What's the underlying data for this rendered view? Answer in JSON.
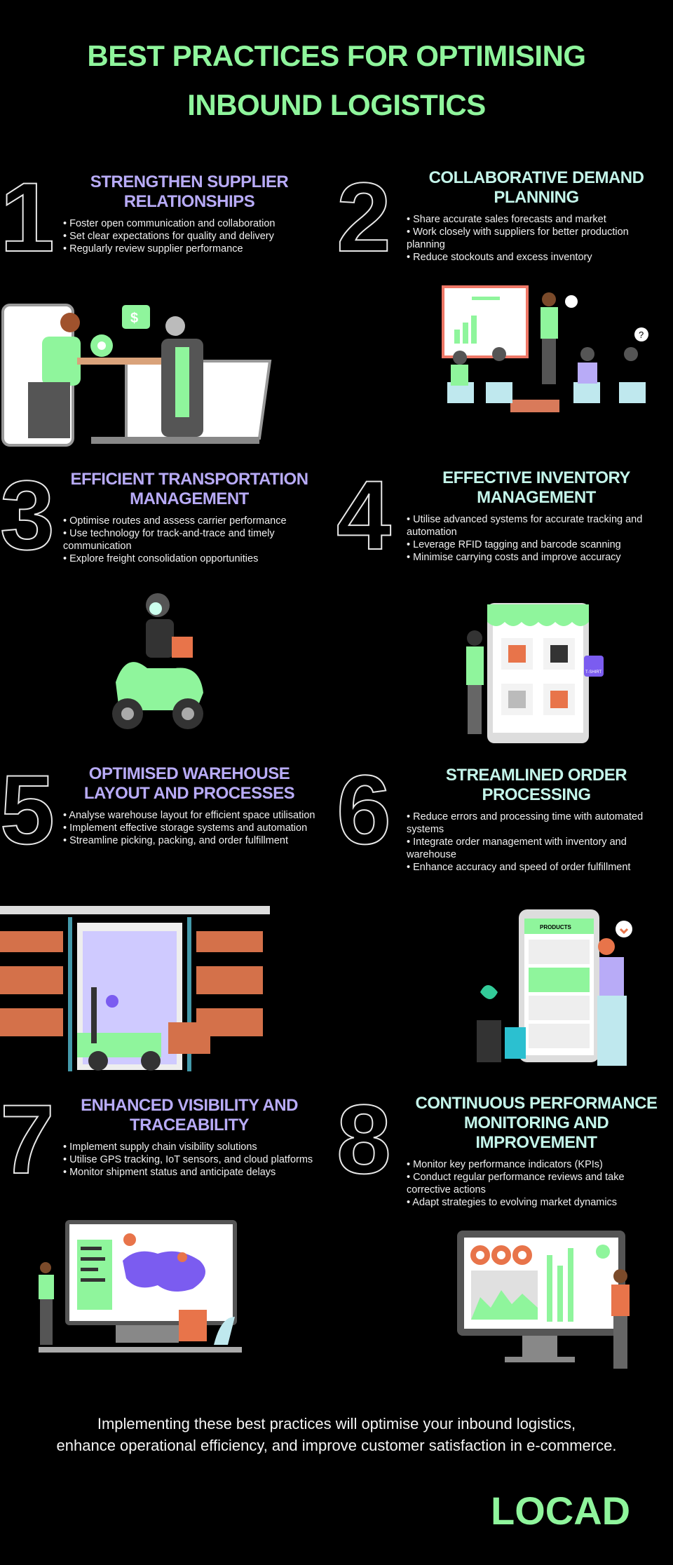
{
  "title_lines": [
    "BEST PRACTICES FOR OPTIMISING",
    "INBOUND LOGISTICS"
  ],
  "colors": {
    "title": "#8ff59c",
    "heading_left": "#b8abf7",
    "heading_right": "#c4f5ea",
    "background": "#000000"
  },
  "sections": [
    {
      "number": "1",
      "heading_lines": [
        "STRENGTHEN SUPPLIER",
        "RELATIONSHIPS"
      ],
      "bullets": [
        "• Foster open communication and collaboration",
        "• Set clear expectations for quality and delivery",
        "• Regularly review supplier performance"
      ],
      "illustration": "handshake-illustration"
    },
    {
      "number": "2",
      "heading_lines": [
        "COLLABORATIVE DEMAND",
        "PLANNING"
      ],
      "bullets": [
        "• Share accurate sales forecasts and market",
        "• Work closely with suppliers for better production planning",
        "• Reduce stockouts and excess inventory"
      ],
      "illustration": "presentation-illustration"
    },
    {
      "number": "3",
      "heading_lines": [
        "EFFICIENT TRANSPORTATION",
        "MANAGEMENT"
      ],
      "bullets": [
        "• Optimise routes and assess carrier performance",
        "• Use technology for track-and-trace and timely communication",
        "• Explore freight consolidation opportunities"
      ],
      "illustration": "scooter-courier-illustration"
    },
    {
      "number": "4",
      "heading_lines": [
        "EFFECTIVE INVENTORY",
        "MANAGEMENT"
      ],
      "bullets": [
        "• Utilise advanced systems for accurate tracking and automation",
        "• Leverage RFID tagging and barcode scanning",
        "• Minimise carrying costs and improve accuracy"
      ],
      "illustration": "online-store-illustration",
      "illustration_label": "T-SHIRT"
    },
    {
      "number": "5",
      "heading_lines": [
        "OPTIMISED WAREHOUSE",
        "LAYOUT AND PROCESSES"
      ],
      "bullets": [
        "• Analyse warehouse layout for efficient space utilisation",
        "• Implement effective storage systems and automation",
        "• Streamline picking, packing, and order fulfillment"
      ],
      "illustration": "warehouse-forklift-illustration"
    },
    {
      "number": "6",
      "heading_lines": [
        "STREAMLINED ORDER",
        "PROCESSING"
      ],
      "bullets": [
        "• Reduce errors and processing time with automated systems",
        "• Integrate order management with inventory and warehouse",
        "• Enhance accuracy and speed of order fulfillment"
      ],
      "illustration": "mobile-shopping-illustration",
      "illustration_label": "PRODUCTS"
    },
    {
      "number": "7",
      "heading_lines": [
        "ENHANCED VISIBILITY AND",
        "TRACEABILITY"
      ],
      "bullets": [
        "• Implement supply chain visibility solutions",
        "• Utilise GPS tracking, IoT sensors, and cloud platforms",
        "• Monitor shipment status and anticipate delays"
      ],
      "illustration": "world-map-tracking-illustration"
    },
    {
      "number": "8",
      "heading_lines": [
        "CONTINUOUS PERFORMANCE",
        "MONITORING AND IMPROVEMENT"
      ],
      "bullets": [
        "• Monitor key performance indicators (KPIs)",
        "• Conduct regular performance reviews and take corrective actions",
        "• Adapt strategies to evolving market dynamics"
      ],
      "illustration": "analytics-dashboard-illustration"
    }
  ],
  "footer": {
    "lines": [
      "Implementing these best practices will optimise your inbound logistics,",
      "enhance operational efficiency, and improve customer satisfaction in e-commerce."
    ]
  },
  "logo": {
    "text": "LOCAD"
  }
}
